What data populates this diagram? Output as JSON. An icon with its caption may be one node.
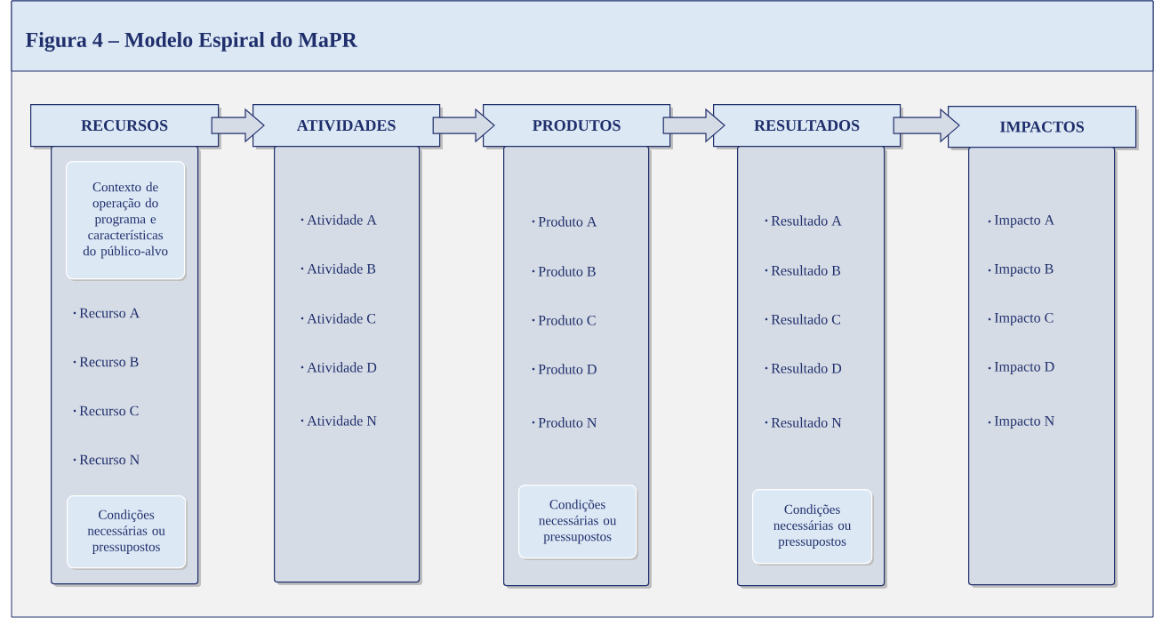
{
  "diagram": {
    "title": "Figura 4 – Modelo Espiral do MaPR",
    "nodes": [
      {
        "text": [
          "RECURSOS"
        ]
      },
      {
        "text": [
          "Recurso A",
          "Recurso B",
          "Recurso C",
          "Recurso N"
        ]
      },
      {
        "text": [
          "Contexto de operação do programa e características do público-alvo"
        ],
        "in": 1
      },
      {
        "text": [
          "Condições necessárias ou pressupostos"
        ],
        "in": 1
      },
      {
        "text": [
          "ATIVIDADES"
        ]
      },
      {
        "text": [
          "Atividade A",
          "Atividade B",
          "Atividade C",
          "Atividade D",
          "Atividade N"
        ]
      },
      {
        "text": [
          "PRODUTOS"
        ]
      },
      {
        "text": [
          "Produto A",
          "Produto B",
          "Produto C",
          "Produto D",
          "Produto N"
        ]
      },
      {
        "text": [
          "Condições necessárias ou pressupostos"
        ],
        "in": 7
      },
      {
        "text": [
          "RESULTADOS"
        ]
      },
      {
        "text": [
          "Resultado A",
          "Resultado B",
          "Resultado C",
          "Resultado D",
          "Resultado N"
        ]
      },
      {
        "text": [
          "Condições necessárias ou pressupostos"
        ],
        "in": 10
      },
      {
        "text": [
          "IMPACTOS"
        ]
      },
      {
        "text": [
          "Impacto A",
          "Impacto B",
          "Impacto C",
          "Impacto D",
          "Impacto N"
        ]
      }
    ],
    "edges": [
      {
        "from": 0,
        "to": 4,
        "arrow": "to"
      },
      {
        "from": 4,
        "to": 6,
        "arrow": "to"
      },
      {
        "from": 6,
        "to": 9,
        "arrow": "to"
      },
      {
        "from": 9,
        "to": 12,
        "arrow": "to"
      }
    ]
  }
}
